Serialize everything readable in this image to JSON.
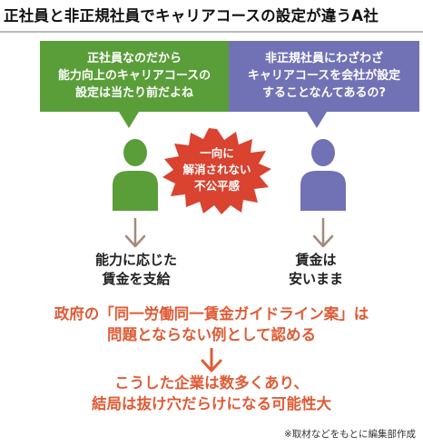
{
  "title": "正社員と非正規社員でキャリアコースの設定が違うA社",
  "left_bubble": {
    "lines": [
      "正社員なのだから",
      "能力向上のキャリアコースの",
      "設定は当たり前だよね"
    ]
  },
  "right_bubble": {
    "lines": [
      "非正規社員にわざわざ",
      "キャリアコースを会社が設定",
      "することなんてあるの?"
    ]
  },
  "burst": {
    "lines": [
      "一向に",
      "解消されない",
      "不公平感"
    ]
  },
  "left_outcome": {
    "lines": [
      "能力に応じた",
      "賃金を支給"
    ]
  },
  "right_outcome": {
    "lines": [
      "賃金は",
      "安いまま"
    ]
  },
  "government": {
    "lines": [
      "政府の「同一労働同一賃金ガイドライン案」は",
      "問題とならない例として認める"
    ]
  },
  "conclusion": {
    "lines": [
      "こうした企業は数多くあり、",
      "結局は抜け穴だらけになる可能性大"
    ]
  },
  "source_note": "※取材などをもとに編集部作成",
  "colors": {
    "regular_green": "#5a9e3a",
    "nonregular_purple": "#7172b5",
    "burst_red": "#d9432f",
    "accent_orange": "#e05b35",
    "arrow_brown": "#a3897a"
  },
  "icons": {
    "left_person": "person-icon",
    "right_person": "person-icon",
    "burst": "starburst-icon",
    "arrows": "down-arrow-icon"
  }
}
